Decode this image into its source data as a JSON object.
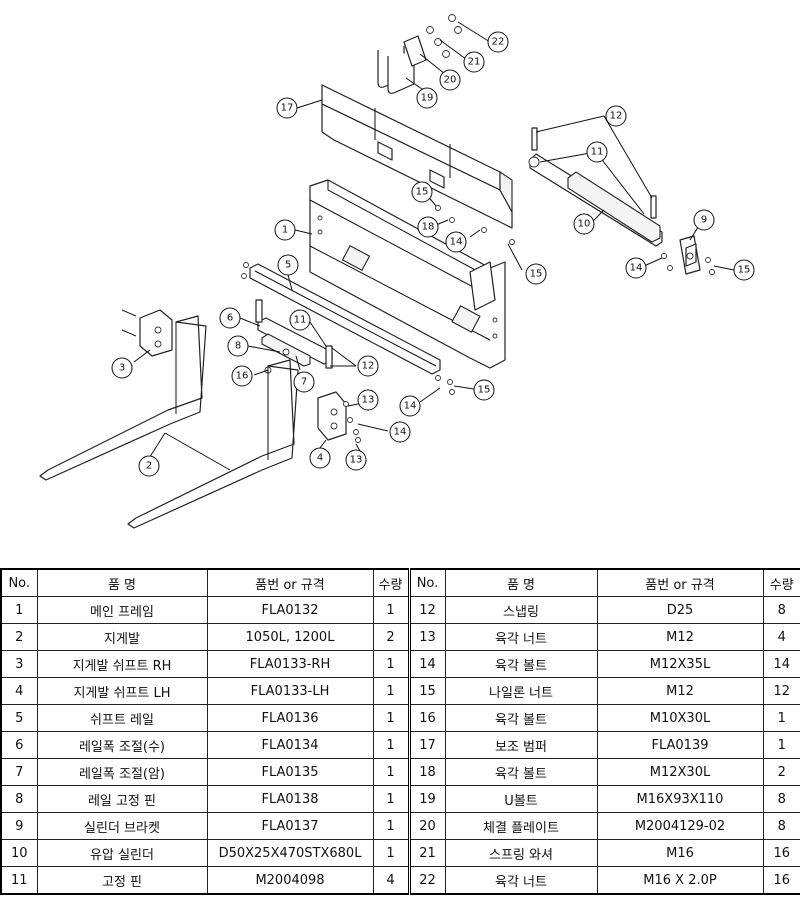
{
  "diagram": {
    "balloons": [
      "1",
      "2",
      "3",
      "4",
      "5",
      "6",
      "7",
      "8",
      "9",
      "10",
      "11",
      "11",
      "12",
      "12",
      "13",
      "13",
      "14",
      "14",
      "14",
      "14",
      "15",
      "15",
      "15",
      "15",
      "16",
      "17",
      "18",
      "19",
      "20",
      "21",
      "22"
    ]
  },
  "table": {
    "headers": {
      "no": "No.",
      "name": "품    명",
      "spec": "품번 or 규격",
      "qty": "수량"
    },
    "rows": [
      {
        "left": {
          "no": "1",
          "name": "메인 프레임",
          "spec": "FLA0132",
          "qty": "1"
        },
        "right": {
          "no": "12",
          "name": "스냅링",
          "spec": "D25",
          "qty": "8"
        }
      },
      {
        "left": {
          "no": "2",
          "name": "지게발",
          "spec": "1050L, 1200L",
          "qty": "2"
        },
        "right": {
          "no": "13",
          "name": "육각 너트",
          "spec": "M12",
          "qty": "4"
        }
      },
      {
        "left": {
          "no": "3",
          "name": "지게발 쉬프트 RH",
          "spec": "FLA0133-RH",
          "qty": "1"
        },
        "right": {
          "no": "14",
          "name": "육각 볼트",
          "spec": "M12X35L",
          "qty": "14"
        }
      },
      {
        "left": {
          "no": "4",
          "name": "지게발 쉬프트 LH",
          "spec": "FLA0133-LH",
          "qty": "1"
        },
        "right": {
          "no": "15",
          "name": "나일론 너트",
          "spec": "M12",
          "qty": "12"
        }
      },
      {
        "left": {
          "no": "5",
          "name": "쉬프트 레일",
          "spec": "FLA0136",
          "qty": "1"
        },
        "right": {
          "no": "16",
          "name": "육각 볼트",
          "spec": "M10X30L",
          "qty": "1"
        }
      },
      {
        "left": {
          "no": "6",
          "name": "레일폭 조절(수)",
          "spec": "FLA0134",
          "qty": "1"
        },
        "right": {
          "no": "17",
          "name": "보조 범퍼",
          "spec": "FLA0139",
          "qty": "1"
        }
      },
      {
        "left": {
          "no": "7",
          "name": "레일폭 조절(암)",
          "spec": "FLA0135",
          "qty": "1"
        },
        "right": {
          "no": "18",
          "name": "육각 볼트",
          "spec": "M12X30L",
          "qty": "2"
        }
      },
      {
        "left": {
          "no": "8",
          "name": "레일 고정 핀",
          "spec": "FLA0138",
          "qty": "1"
        },
        "right": {
          "no": "19",
          "name": "U볼트",
          "spec": "M16X93X110",
          "qty": "8"
        }
      },
      {
        "left": {
          "no": "9",
          "name": "실린더 브라켓",
          "spec": "FLA0137",
          "qty": "1"
        },
        "right": {
          "no": "20",
          "name": "체결 플레이트",
          "spec": "M2004129-02",
          "qty": "8"
        }
      },
      {
        "left": {
          "no": "10",
          "name": "유압 실린더",
          "spec": "D50X25X470STX680L",
          "qty": "1"
        },
        "right": {
          "no": "21",
          "name": "스프링 와셔",
          "spec": "M16",
          "qty": "16"
        }
      },
      {
        "left": {
          "no": "11",
          "name": "고정 핀",
          "spec": "M2004098",
          "qty": "4"
        },
        "right": {
          "no": "22",
          "name": "육각 너트",
          "spec": "M16 X 2.0P",
          "qty": "16"
        }
      }
    ]
  }
}
